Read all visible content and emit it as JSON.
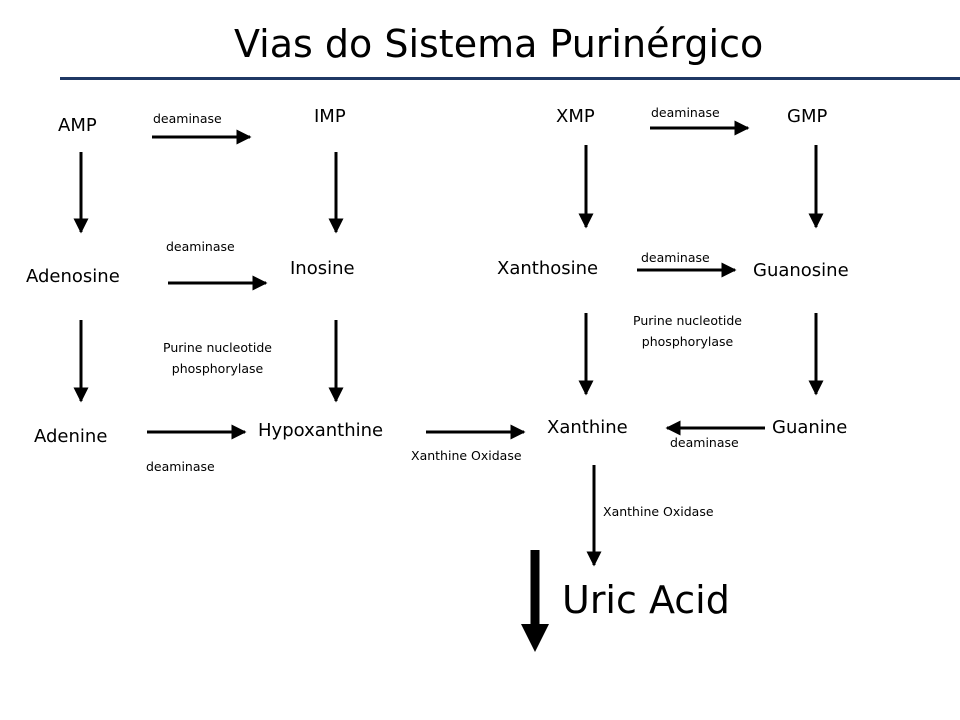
{
  "title": "Vias do Sistema Purinérgico",
  "colors": {
    "title_rule": "#1f3864",
    "text": "#000000",
    "arrow": "#000000"
  },
  "nodes": {
    "amp": "AMP",
    "imp": "IMP",
    "xmp": "XMP",
    "gmp": "GMP",
    "adenosine": "Adenosine",
    "inosine": "Inosine",
    "xanthosine": "Xanthosine",
    "guanosine": "Guanosine",
    "adenine": "Adenine",
    "hypoxanthine": "Hypoxanthine",
    "xanthine": "Xanthine",
    "guanine": "Guanine",
    "uric_acid": "Uric Acid"
  },
  "enzymes": {
    "amp_imp": "deaminase",
    "xmp_gmp": "deaminase",
    "adenosine_inosine": "deaminase",
    "xanthosine_guanosine": "deaminase",
    "pnp_left_line1": "Purine nucleotide",
    "pnp_left_line2": "phosphorylase",
    "pnp_right_line1": "Purine nucleotide",
    "pnp_right_line2": "phosphorylase",
    "adenine_hypoxanthine": "deaminase",
    "hypoxanthine_xanthine": "Xanthine Oxidase",
    "guanine_xanthine": "deaminase",
    "xanthine_uric": "Xanthine Oxidase"
  }
}
